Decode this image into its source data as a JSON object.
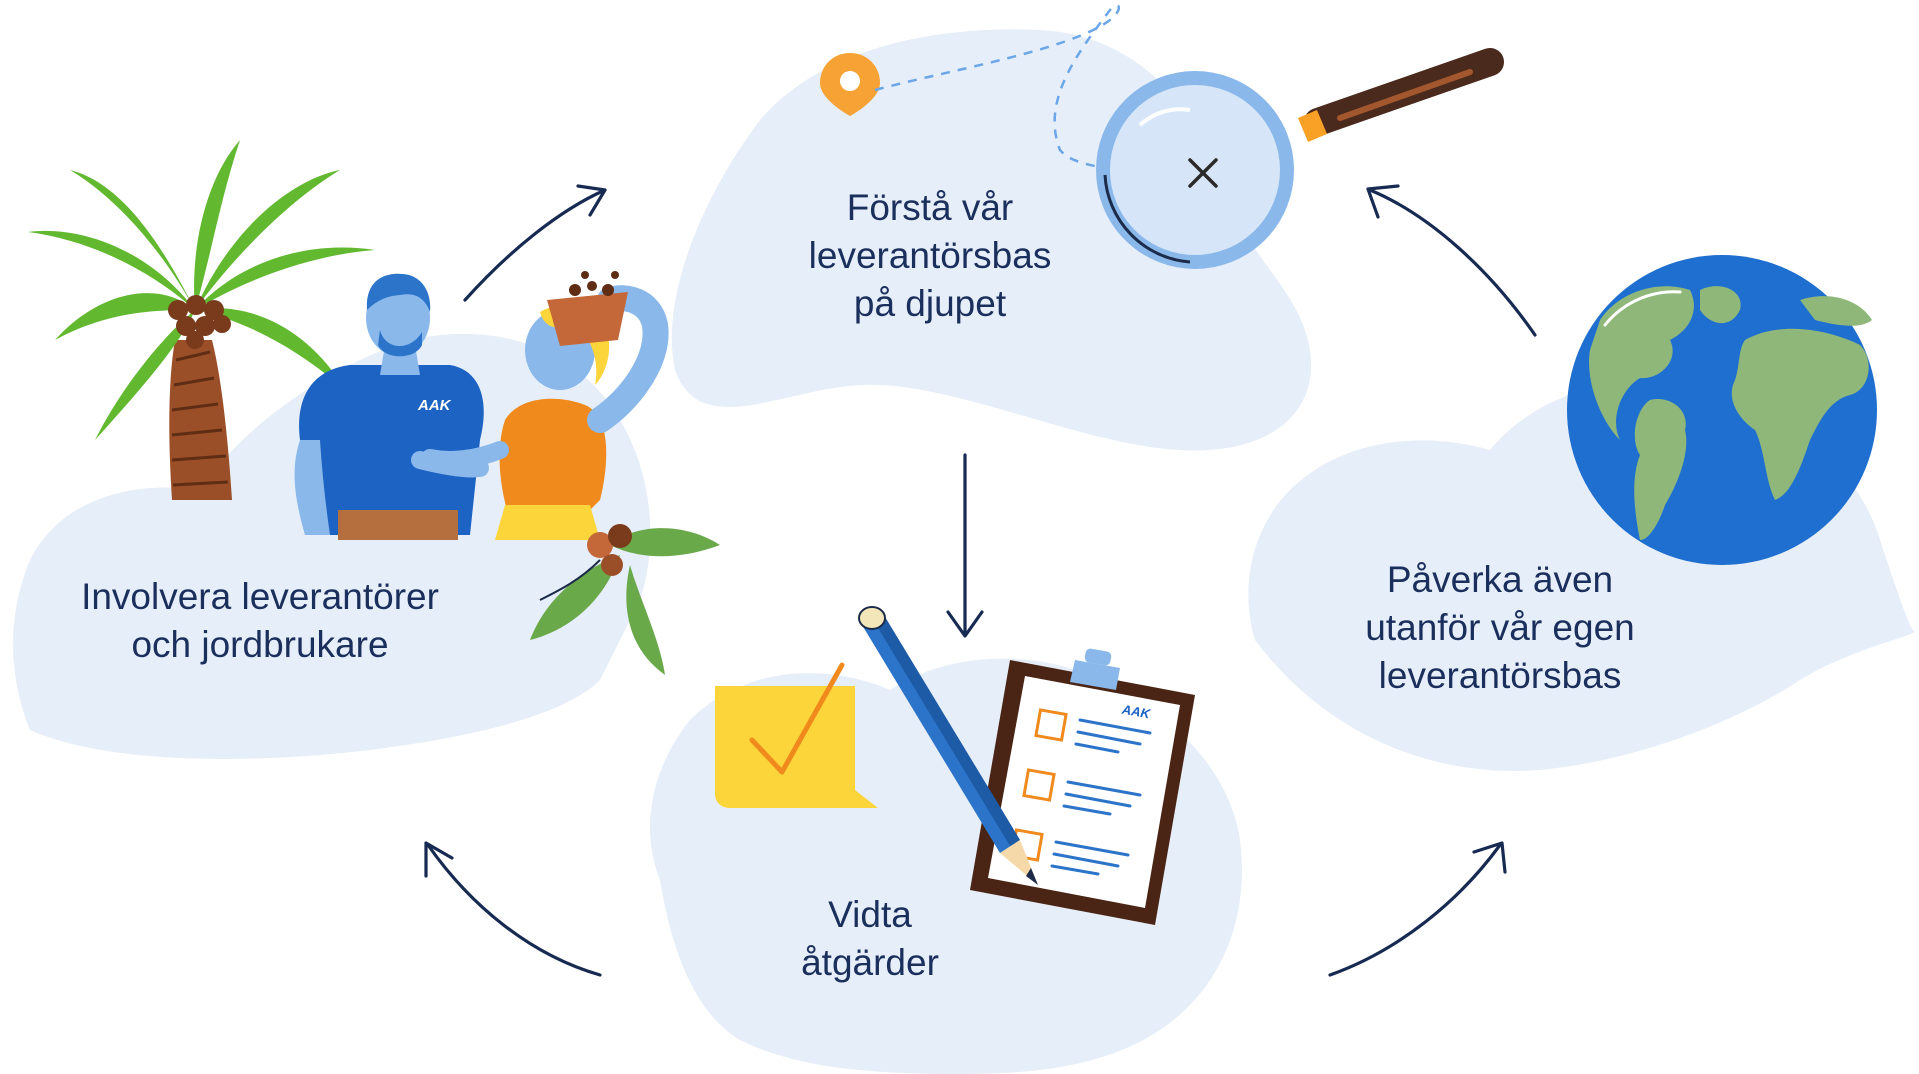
{
  "colors": {
    "cloud": "#e6eef9",
    "arrow": "#172a52",
    "text": "#1b2f5c",
    "brand_blue": "#1d63c4",
    "leaf_green": "#5fb832",
    "ocean": "#1e6fcf",
    "land": "#8fb77a",
    "orange": "#f08a1d",
    "yellow": "#fcd53a"
  },
  "steps": {
    "understand": {
      "lines": [
        "Förstå vår",
        "leverantörsbas",
        "på djupet"
      ]
    },
    "act": {
      "lines": [
        "Vidta",
        "åtgärder"
      ]
    },
    "influence": {
      "lines": [
        "Påverka även",
        "utanför vår egen",
        "leverantörsbas"
      ]
    },
    "engage": {
      "lines": [
        "Involvera leverantörer",
        "och jordbrukare"
      ]
    }
  },
  "brand": {
    "shirt_logo": "AAK",
    "clipboard_logo": "AAK"
  },
  "icons": [
    "location-pin-icon",
    "magnifying-glass-icon",
    "globe-icon",
    "checkmark-note-icon",
    "pencil-icon",
    "clipboard-checklist-icon",
    "palm-tree-icon",
    "coffee-branch-icon"
  ]
}
